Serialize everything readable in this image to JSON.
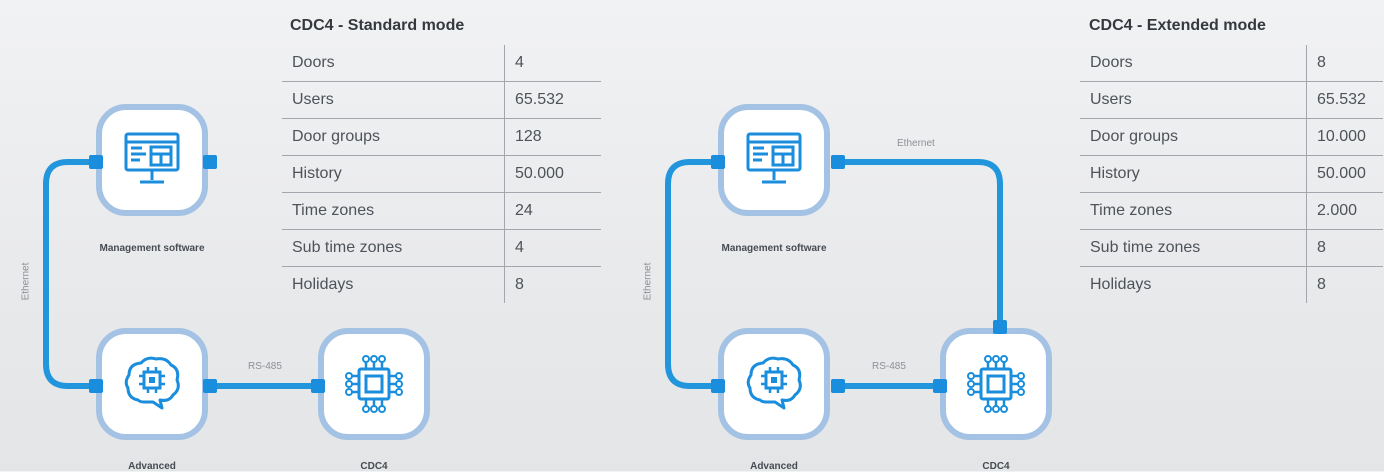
{
  "standard": {
    "title": "CDC4 - Standard mode",
    "rows": [
      {
        "label": "Doors",
        "value": "4"
      },
      {
        "label": "Users",
        "value": "65.532"
      },
      {
        "label": "Door groups",
        "value": "128"
      },
      {
        "label": "History",
        "value": "50.000"
      },
      {
        "label": "Time zones",
        "value": "24"
      },
      {
        "label": "Sub time zones",
        "value": "4"
      },
      {
        "label": "Holidays",
        "value": "8"
      }
    ],
    "nodes": {
      "management": "Management software",
      "advanced": "Advanced",
      "cdc4": "CDC4"
    },
    "connections": {
      "ethernet": "Ethernet",
      "rs485": "RS-485"
    }
  },
  "extended": {
    "title": "CDC4 - Extended mode",
    "rows": [
      {
        "label": "Doors",
        "value": "8"
      },
      {
        "label": "Users",
        "value": "65.532"
      },
      {
        "label": "Door groups",
        "value": "10.000"
      },
      {
        "label": "History",
        "value": "50.000"
      },
      {
        "label": "Time zones",
        "value": "2.000"
      },
      {
        "label": "Sub time zones",
        "value": "8"
      },
      {
        "label": "Holidays",
        "value": "8"
      }
    ],
    "nodes": {
      "management": "Management software",
      "advanced": "Advanced",
      "cdc4": "CDC4"
    },
    "connections": {
      "ethernet_left": "Ethernet",
      "ethernet_top": "Ethernet",
      "rs485": "RS-485"
    }
  },
  "colors": {
    "line": "#2196dc",
    "node_border": "#a4c2e4",
    "icon": "#1a8edc",
    "port": "#1a8edc"
  },
  "icons": {
    "management": "computer-monitor-icon",
    "advanced": "brain-chip-icon",
    "cdc4": "circuit-chip-icon"
  }
}
